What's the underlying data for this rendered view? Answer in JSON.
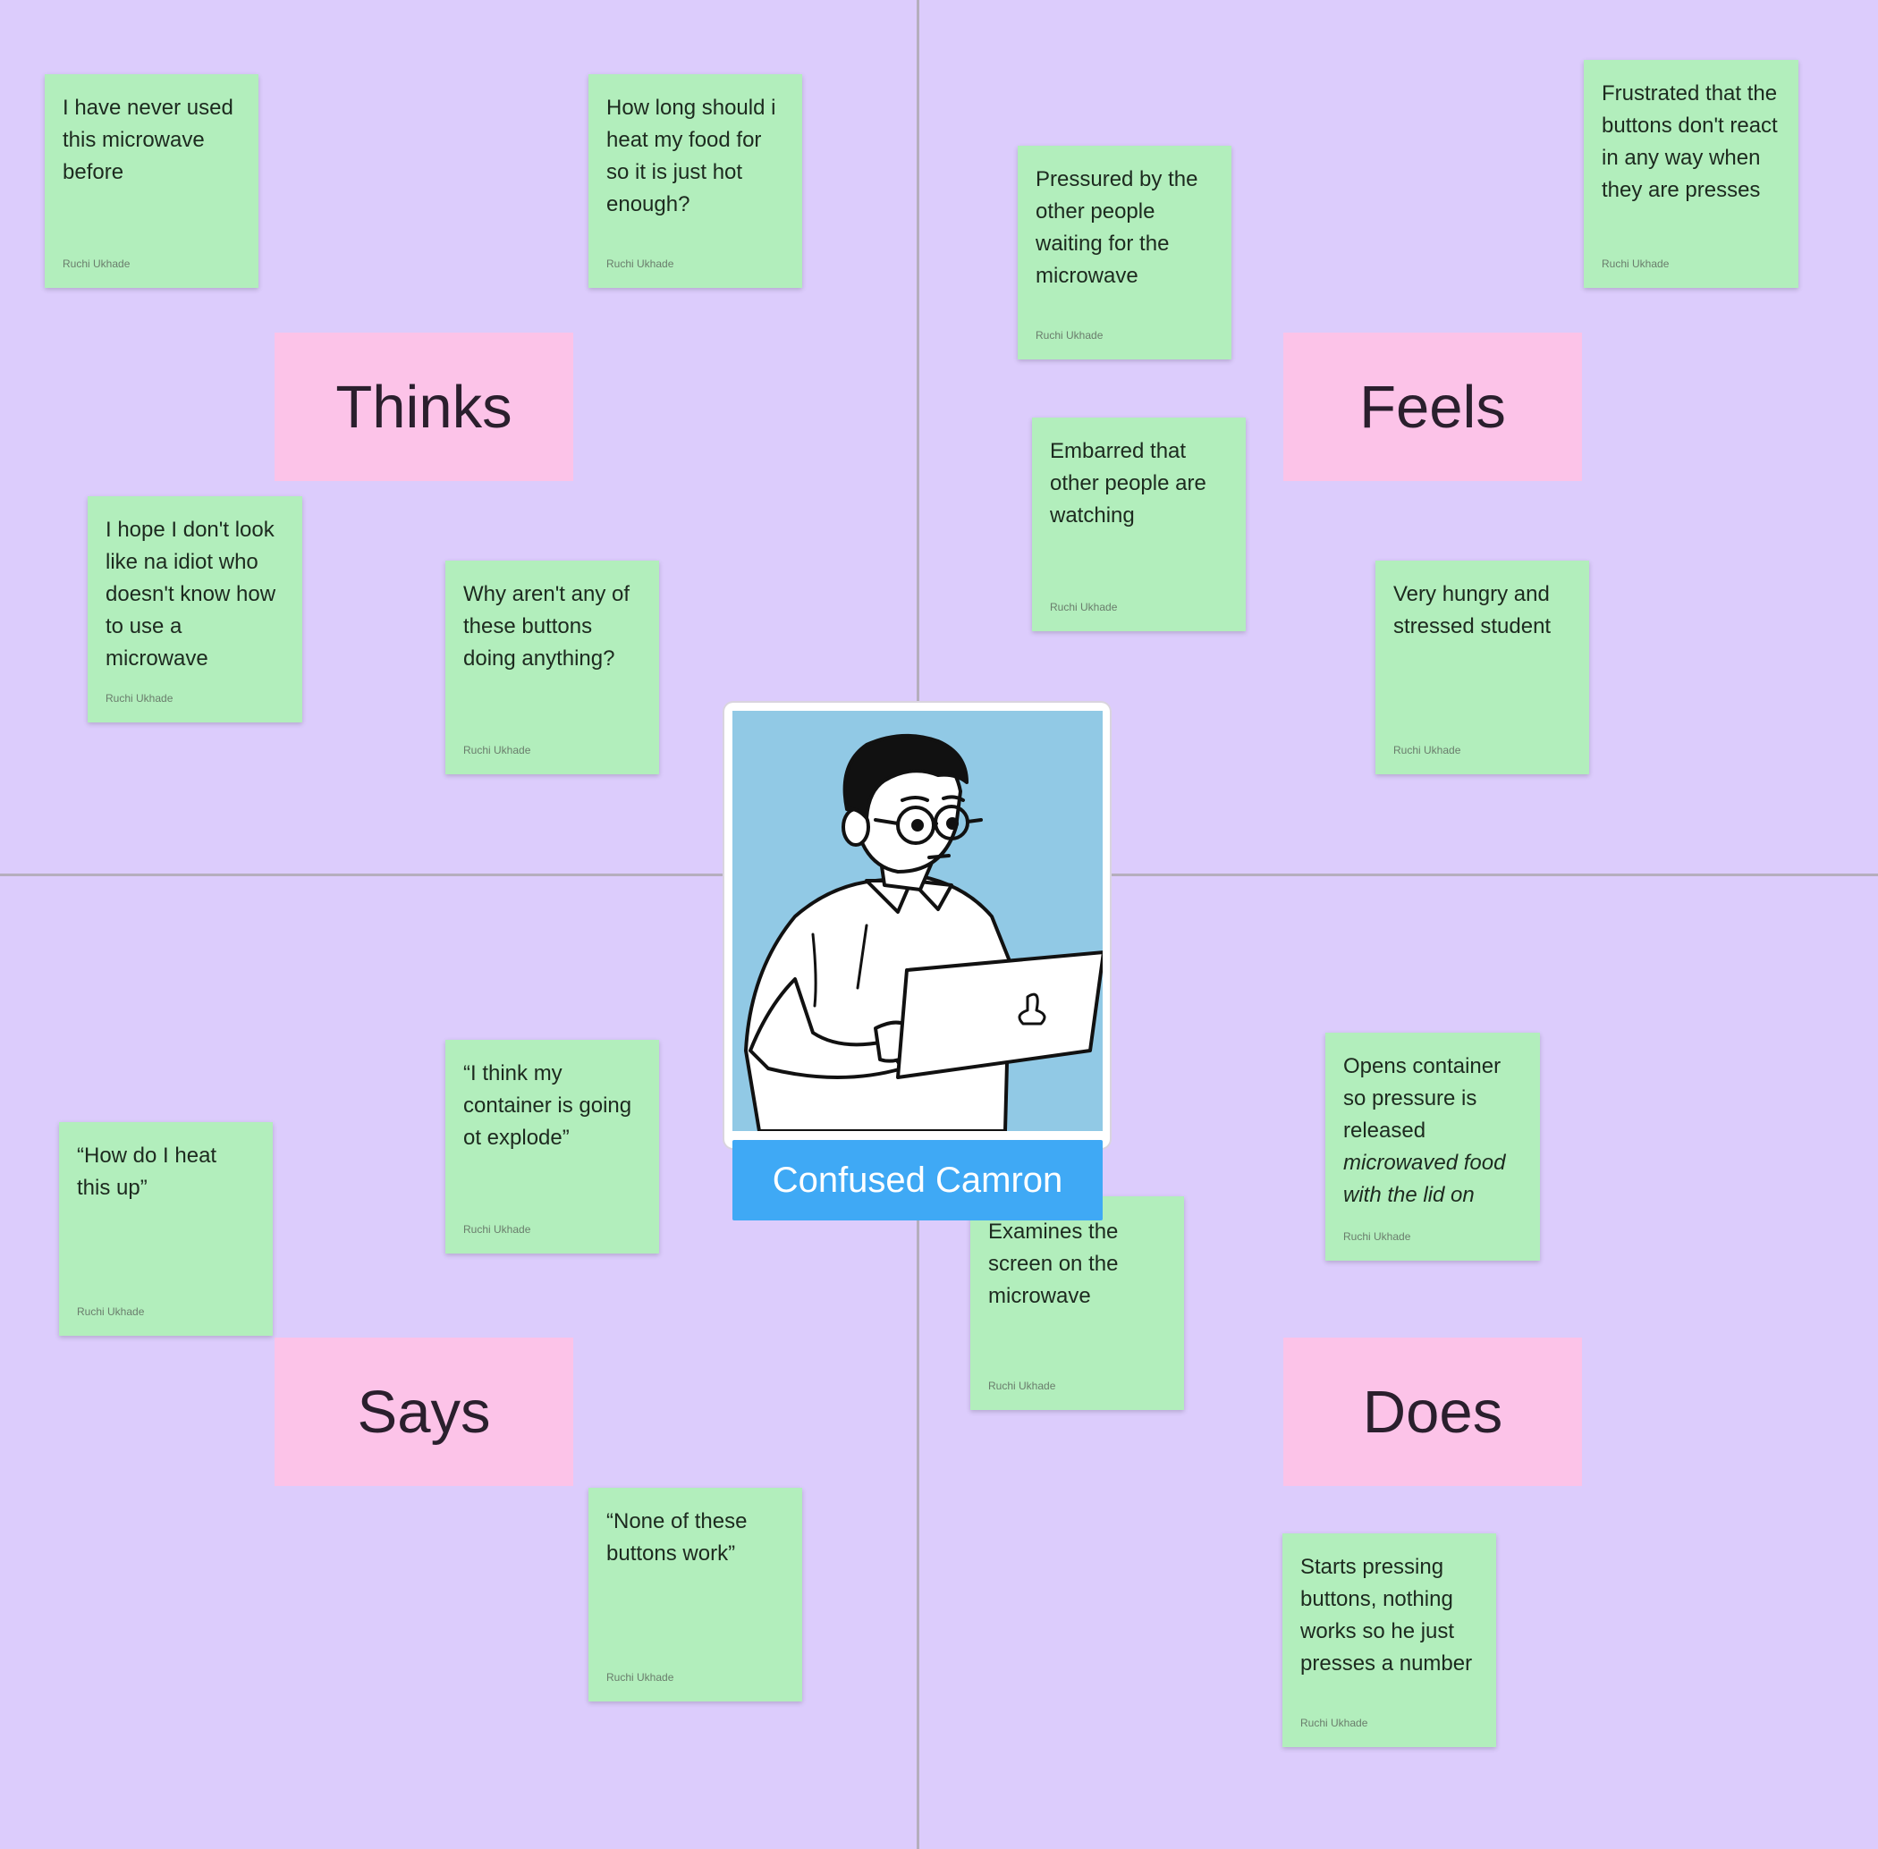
{
  "quadrants": {
    "thinks": "Thinks",
    "feels": "Feels",
    "says": "Says",
    "does": "Does"
  },
  "persona": {
    "name": "Confused Camron",
    "illustration": "person-with-laptop"
  },
  "notes": [
    {
      "text": "I have never used this microwave before",
      "author": "Ruchi Ukhade"
    },
    {
      "text": "How long should i heat my food for so it is just hot enough?",
      "author": "Ruchi Ukhade"
    },
    {
      "text": "I hope I don't look like na idiot who doesn't know how to use a microwave",
      "author": "Ruchi Ukhade"
    },
    {
      "text": "Why aren't any of these buttons doing anything?",
      "author": "Ruchi Ukhade"
    },
    {
      "text": "Pressured by the other people waiting for the microwave",
      "author": "Ruchi Ukhade"
    },
    {
      "text": "Frustrated that the buttons don't react in any way when they are presses",
      "author": "Ruchi Ukhade"
    },
    {
      "text": "Embarred that other people are watching",
      "author": "Ruchi Ukhade"
    },
    {
      "text": "Very hungry and stressed student",
      "author": "Ruchi Ukhade"
    },
    {
      "text": "“How do I heat this up”",
      "author": "Ruchi Ukhade"
    },
    {
      "text": "“I think my container is going ot explode”",
      "author": "Ruchi Ukhade"
    },
    {
      "text": "“None of these buttons work”",
      "author": "Ruchi Ukhade"
    },
    {
      "text": "Examines the screen on the microwave",
      "author": "Ruchi Ukhade"
    },
    {
      "text": "Opens container so pressure is released ",
      "emphasis": "microwaved food with the lid on",
      "author": "Ruchi Ukhade"
    },
    {
      "text": "Starts pressing buttons, nothing works so he just presses a number",
      "author": "Ruchi Ukhade"
    }
  ],
  "colors": {
    "quadrant_bg": "#dcccfc",
    "label_bg": "#fcc3e8",
    "sticky_bg": "#b2eebc",
    "persona_name_bg": "#3fa9f5",
    "persona_img_bg": "#91c9e5"
  }
}
